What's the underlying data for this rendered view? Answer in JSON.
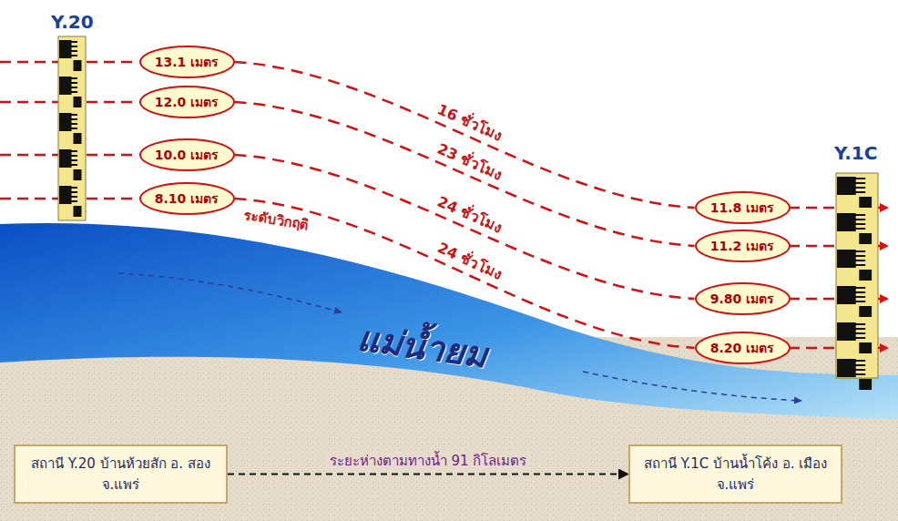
{
  "diagram": {
    "nodes": [
      {
        "text": [
          "13.1 เมตร"
        ]
      },
      {
        "text": [
          "12.0 เมตร"
        ]
      },
      {
        "text": [
          "10.0 เมตร"
        ]
      },
      {
        "text": [
          "8.10 เมตร"
        ]
      },
      {
        "text": [
          "11.8 เมตร"
        ]
      },
      {
        "text": [
          "11.2 เมตร"
        ]
      },
      {
        "text": [
          "9.80 เมตร"
        ]
      },
      {
        "text": [
          "8.20 เมตร"
        ]
      },
      {
        "text": [
          "สถานี Y.20 บ้านห้วยสัก อ. สอง จ.แพร่"
        ]
      },
      {
        "text": [
          "สถานี Y.1C บ้านน้ำโค้ง อ. เมือง จ.แพร่"
        ]
      }
    ],
    "edges": [
      {
        "from": 0,
        "to": 4,
        "label": "16 ชั่วโมง",
        "arrow": "none"
      },
      {
        "from": 1,
        "to": 5,
        "label": "23 ชั่วโมง",
        "arrow": "none"
      },
      {
        "from": 2,
        "to": 6,
        "label": "24 ชั่วโมง",
        "arrow": "none"
      },
      {
        "from": 3,
        "to": 7,
        "label": "24 ชั่วโมง",
        "arrow": "none"
      },
      {
        "from": 8,
        "to": 9,
        "label": "ระยะห่างตามทางน้ำ 91 กิโลเมตร",
        "arrow": "to"
      }
    ],
    "labels": [
      "Y.20",
      "ระดับวิกฤติ",
      "แม่น้ำยม",
      "Y.1C"
    ]
  }
}
